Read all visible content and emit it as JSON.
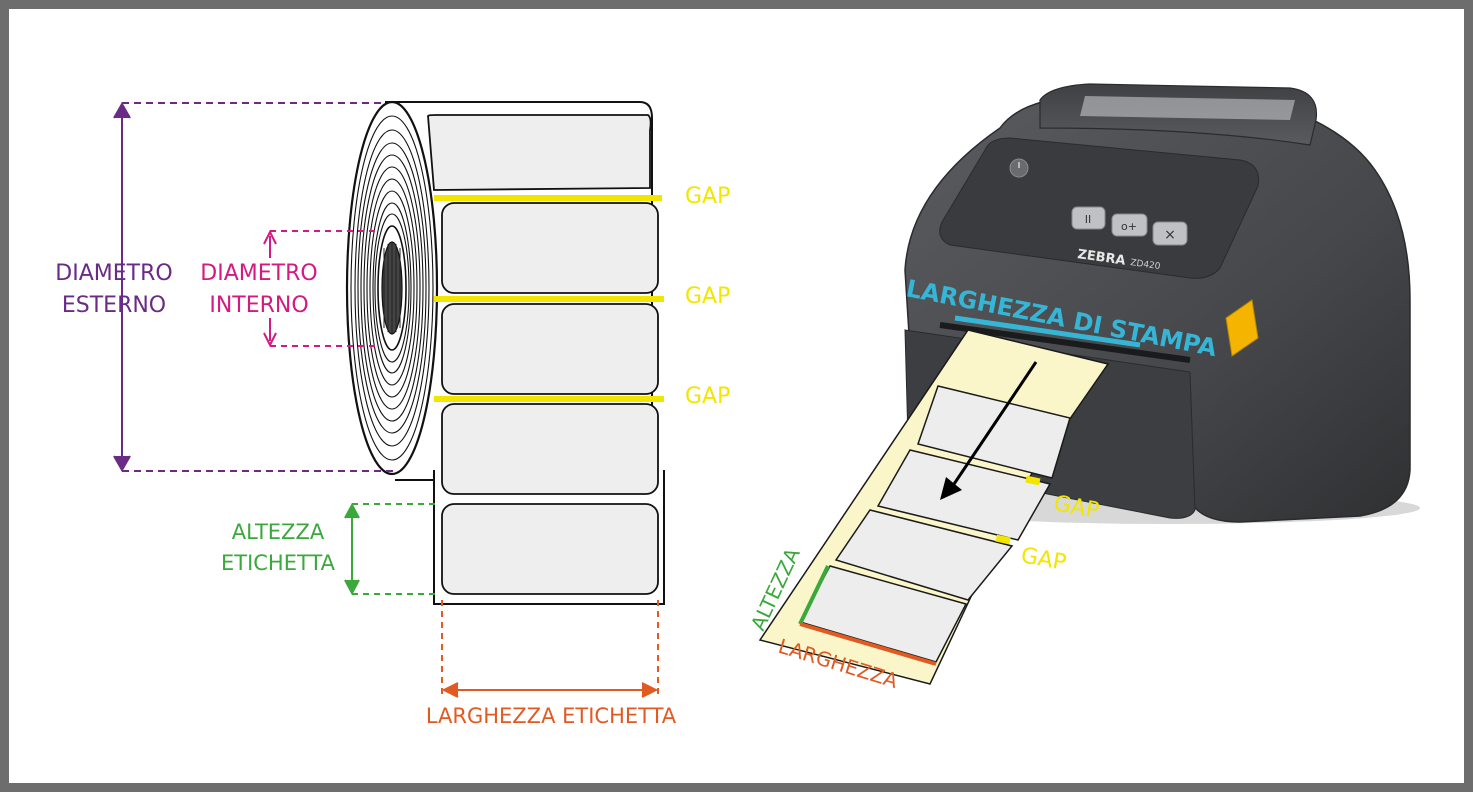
{
  "roll": {
    "outer_diameter_label_line1": "DIAMETRO",
    "outer_diameter_label_line2": "ESTERNO",
    "inner_diameter_label_line1": "DIAMETRO",
    "inner_diameter_label_line2": "INTERNO",
    "gap_labels": [
      "GAP",
      "GAP",
      "GAP"
    ],
    "label_height_line1": "ALTEZZA",
    "label_height_line2": "ETICHETTA",
    "label_width": "LARGHEZZA ETICHETTA"
  },
  "printer": {
    "brand": "ZEBRA",
    "model": "ZD420",
    "print_width_label": "LARGHEZZA DI STAMPA",
    "gap_labels": [
      "GAP",
      "GAP"
    ],
    "height_label": "ALTEZZA",
    "width_label": "LARGHEZZA",
    "button_icons": [
      "pause-icon",
      "feed-icon",
      "cancel-icon"
    ],
    "button_glyphs": [
      "II",
      "o+",
      "×"
    ]
  },
  "colors": {
    "purple": "#6a2a86",
    "magenta": "#d41a82",
    "yellow": "#f2e600",
    "green": "#3aa83a",
    "orange": "#e05a22",
    "cyan": "#36b6d6",
    "printer_body": "#4a4b4e"
  }
}
